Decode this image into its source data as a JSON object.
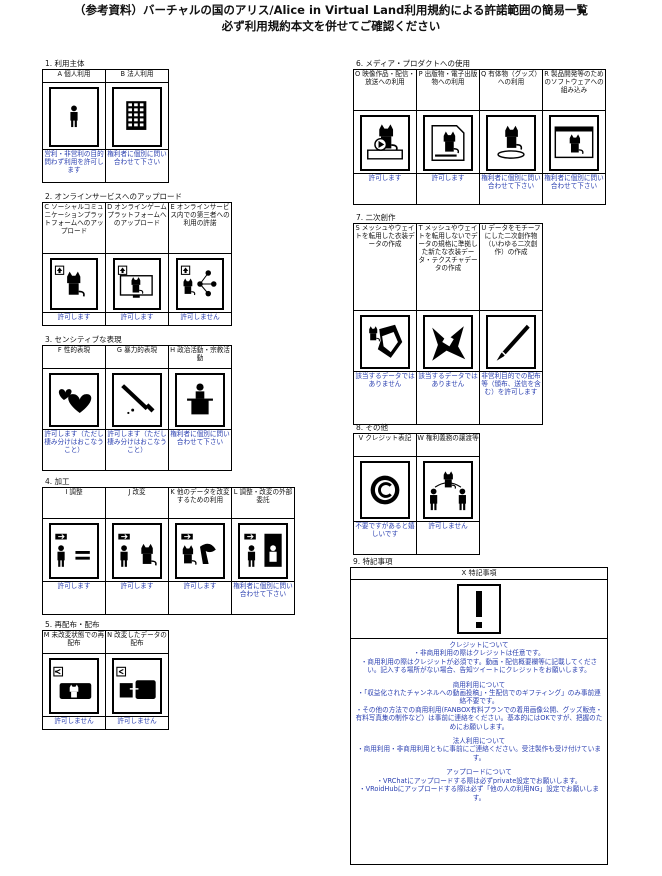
{
  "header": {
    "line1": "（参考資料）バーチャルの国のアリス/Alice in Virtual Land利用規約による許諾範囲の簡易一覧",
    "line2": "必ず利用規約本文を併せてご確認ください"
  },
  "s1": {
    "title": "1. 利用主体",
    "items": [
      {
        "label": "A 個人利用",
        "status": "営利・非営利の目的問わず利用を許可します",
        "icon": "person-icon"
      },
      {
        "label": "B 法人利用",
        "status": "権利者に個別に問い合わせて下さい",
        "icon": "building-icon"
      }
    ]
  },
  "s2": {
    "title": "2. オンラインサービスへのアップロード",
    "items": [
      {
        "label": "C ソーシャルコミュニケーションプラットフォームへのアップロード",
        "status": "許可します",
        "icon": "upload-avatar-icon"
      },
      {
        "label": "D オンラインゲームプラットフォームへのアップロード",
        "status": "許可します",
        "icon": "upload-screen-icon"
      },
      {
        "label": "E オンラインサービス内での第三者への利用の許諾",
        "status": "許可しません",
        "icon": "share-icon"
      }
    ]
  },
  "s3": {
    "title": "3. センシティブな表現",
    "items": [
      {
        "label": "F 性的表現",
        "status": "許可します（ただし棲み分けはおこなうこと）",
        "icon": "hearts-icon"
      },
      {
        "label": "G 暴力的表現",
        "status": "許可します（ただし棲み分けはおこなうこと）",
        "icon": "knife-icon"
      },
      {
        "label": "H 政治活動・宗教活動",
        "status": "権利者に個別に問い合わせて下さい",
        "icon": "podium-icon"
      }
    ]
  },
  "s4": {
    "title": "4. 加工",
    "items": [
      {
        "label": "I 調整",
        "status": "許可します",
        "icon": "adjust-icon"
      },
      {
        "label": "J 改変",
        "status": "許可します",
        "icon": "modify-icon"
      },
      {
        "label": "K 他のデータを改変するための利用",
        "status": "許可します",
        "icon": "other-data-icon"
      },
      {
        "label": "L 調整・改変の外部委託",
        "status": "権利者に個別に問い合わせて下さい",
        "icon": "outsource-icon"
      }
    ]
  },
  "s5": {
    "title": "5. 再配布・配布",
    "items": [
      {
        "label": "M 未改変状態での再配布",
        "status": "許可しません",
        "icon": "redistribute-icon"
      },
      {
        "label": "N 改変したデータの配布",
        "status": "許可しません",
        "icon": "distribute-modified-icon"
      }
    ]
  },
  "s6": {
    "title": "6. メディア・プロダクトへの使用",
    "items": [
      {
        "label": "O 映像作品・配信・放送への利用",
        "status": "許可します",
        "icon": "video-icon"
      },
      {
        "label": "P 出版物・電子出版物への利用",
        "status": "許可します",
        "icon": "book-icon"
      },
      {
        "label": "Q 有体物（グッズ）への利用",
        "status": "権利者に個別に問い合わせて下さい",
        "icon": "figure-icon"
      },
      {
        "label": "R 製品開発等のためのソフトウェアへの組み込み",
        "status": "権利者に個別に問い合わせて下さい",
        "icon": "software-icon"
      }
    ]
  },
  "s7": {
    "title": "7. 二次創作",
    "items": [
      {
        "label": "S メッシュやウェイトを転用した衣装データの作成",
        "status": "該当するデータではありません",
        "icon": "mesh-clothes-icon"
      },
      {
        "label": "T メッシュやウェイトを転用しないでデータの規格に準拠した新たな衣装データ・テクスチャデータの作成",
        "status": "該当するデータではありません",
        "icon": "new-clothes-icon"
      },
      {
        "label": "U データをモチーフにした二次創作物（いわゆる二次創作）の作成",
        "status": "非営利目的での配布等（頒布、送信を含む）を許可します",
        "icon": "pen-icon"
      }
    ]
  },
  "s8": {
    "title": "8. その他",
    "items": [
      {
        "label": "V クレジット表記",
        "status": "不要ですがあると嬉しいです",
        "icon": "copyright-icon"
      },
      {
        "label": "W 権利義務の譲渡等",
        "status": "許可しません",
        "icon": "transfer-icon"
      }
    ]
  },
  "s9": {
    "title": "9. 特記事項",
    "x_label": "X 特記事項",
    "paragraphs": [
      [
        "クレジットについて",
        "・非商用利用の際はクレジットは任意です。",
        "・商用利用の際はクレジットが必須です。動画・配信概要欄等に記載してください。記入する場所がない場合、告知ツイートにクレジットをお願いします。"
      ],
      [
        "商用利用について",
        "・「収益化されたチャンネルへの動画投稿」・生配信でのギフティング」のみ事前連絡不要です。",
        "・その他の方法での商用利用(FANBOX有料プランでの着用画像公開、グッズ販売・有料写真集の制作など）は事前に連絡をください。基本的にはOKですが、把握のためにお願いします。"
      ],
      [
        "法人利用について",
        "・商用利用・非商用利用ともに事前にご連絡ください。受注製作も受け付けています。"
      ],
      [
        "アップロードについて",
        "・VRChatにアップロードする際は必ずprivate設定でお願いします。",
        "・VRoidHubにアップロードする際は必ず「他の人の利用NG」設定でお願いします。"
      ]
    ]
  }
}
